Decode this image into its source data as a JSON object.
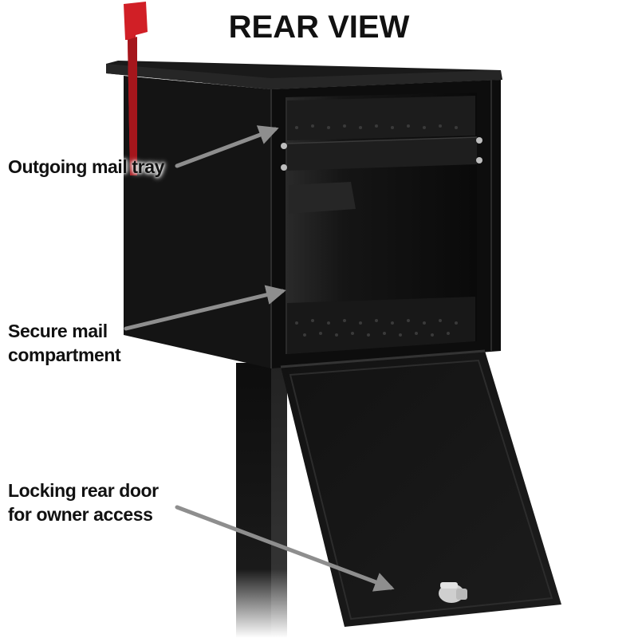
{
  "title": "REAR VIEW",
  "callouts": {
    "outgoing_tray": {
      "line1": "Outgoing mail tray"
    },
    "secure_compartment": {
      "line1": "Secure mail",
      "line2": "compartment"
    },
    "rear_door": {
      "line1": "Locking rear door",
      "line2": "for owner access"
    }
  },
  "colors": {
    "mailbox_body": "#111111",
    "flag": "#d11f26",
    "arrow": "#8e8e8e",
    "text": "#111111",
    "background": "#ffffff"
  }
}
